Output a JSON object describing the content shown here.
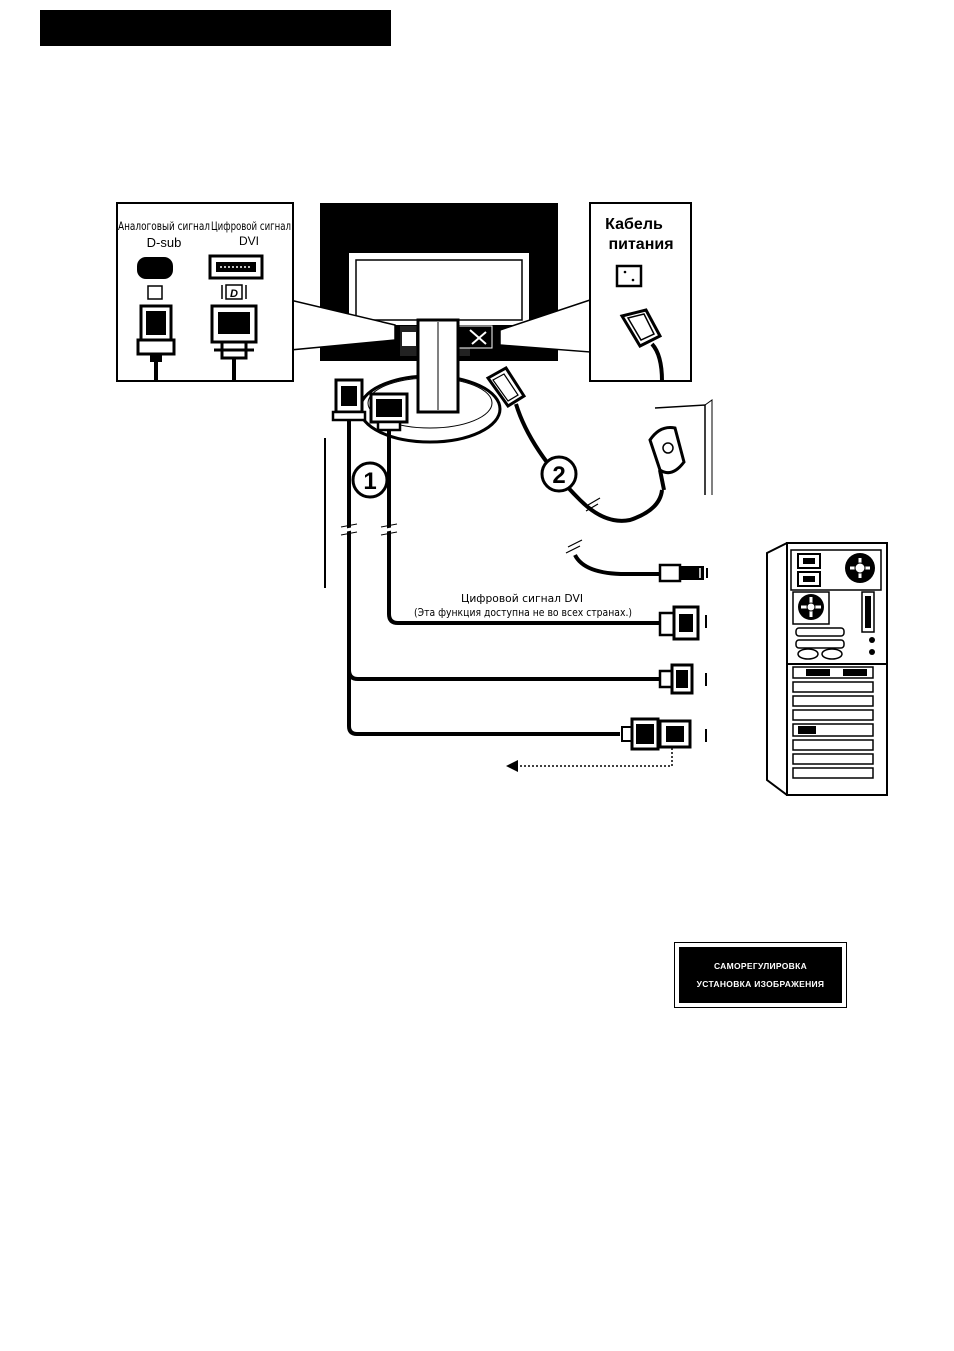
{
  "header": {
    "title": ""
  },
  "connector_panel_left": {
    "analog_label": "Аналоговый сигнал",
    "analog_sub": "D-sub",
    "digital_label": "Цифровой сигнал",
    "digital_sub": "DVI"
  },
  "connector_panel_right": {
    "power_label_line1": "Кабель",
    "power_label_line2": "питания"
  },
  "steps": {
    "step1": "1",
    "step2": "2"
  },
  "dvi_note": {
    "line1": "Цифровой сигнал  DVI",
    "line2": "(Эта функция доступна не во всех странах.)"
  },
  "osd": {
    "line1": "САМОРЕГУЛИРОВКА",
    "line2": "УСТАНОВКА ИЗОБРАЖЕНИЯ"
  },
  "icons": [
    "dsub-port-icon",
    "dvi-port-icon",
    "power-socket-icon",
    "vga-plug-icon",
    "dvi-plug-icon",
    "power-plug-icon",
    "wall-outlet-icon",
    "pc-tower-icon",
    "mac-adapter-icon"
  ]
}
